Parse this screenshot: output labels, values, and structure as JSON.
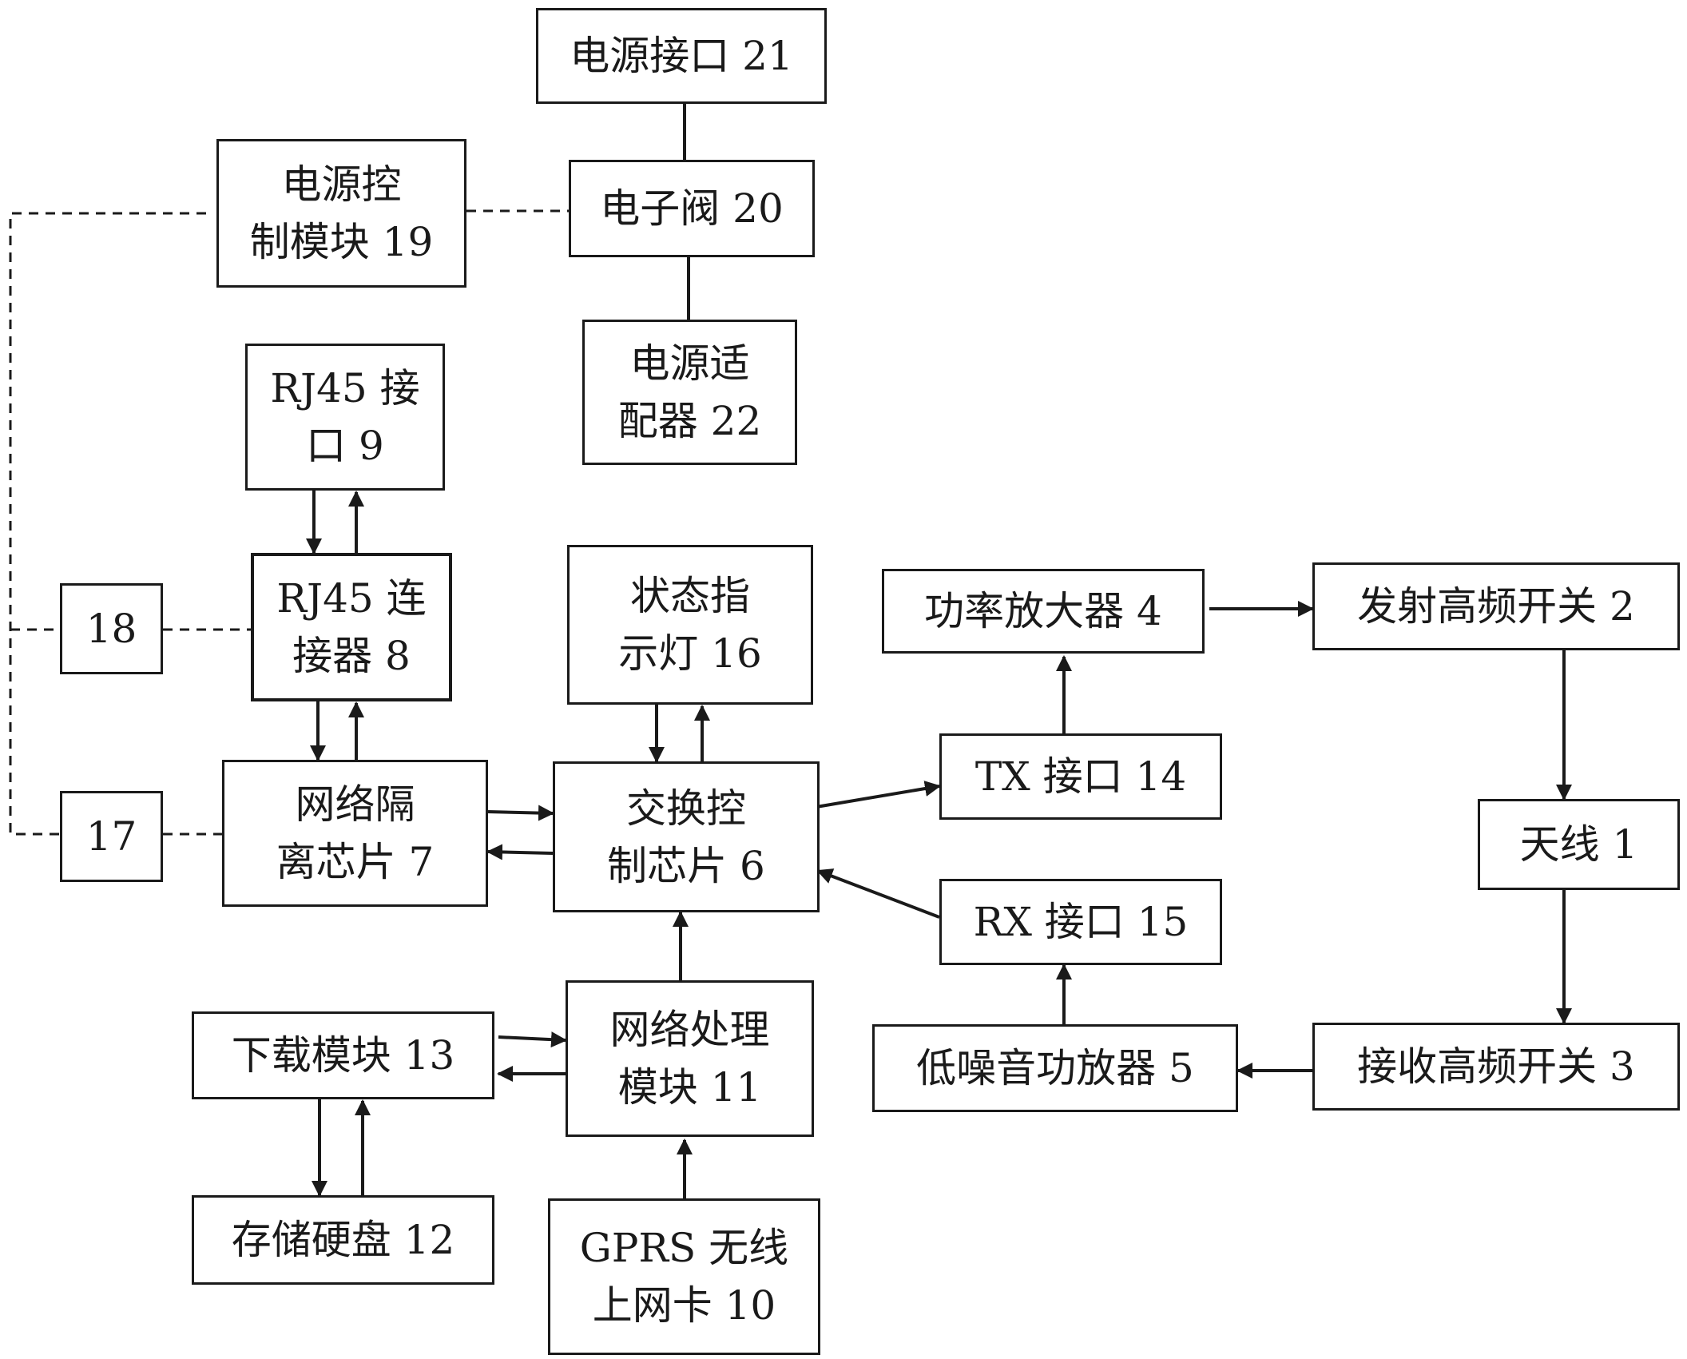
{
  "boxes": {
    "power_interface": "电源接口 21",
    "electronic_valve": "电子阀 20",
    "power_control_module": "电源控\n制模块 19",
    "power_adapter": "电源适\n配器 22",
    "rj45_interface": "RJ45 接\n口 9",
    "rj45_connector": "RJ45 连\n接器 8",
    "box_18": "18",
    "box_17": "17",
    "network_isolation_chip": "网络隔\n离芯片 7",
    "status_indicator": "状态指\n示灯 16",
    "switch_control_chip": "交换控\n制芯片 6",
    "power_amplifier": "功率放大器 4",
    "transmit_rf_switch": "发射高频开关 2",
    "tx_interface": "TX 接口 14",
    "antenna": "天线 1",
    "rx_interface": "RX 接口 15",
    "download_module": "下载模块 13",
    "network_processing_module": "网络处理\n模块 11",
    "low_noise_amplifier": "低噪音功放器 5",
    "receive_rf_switch": "接收高频开关 3",
    "storage_disk": "存储硬盘 12",
    "gprs_card": "GPRS 无线\n上网卡 10"
  }
}
